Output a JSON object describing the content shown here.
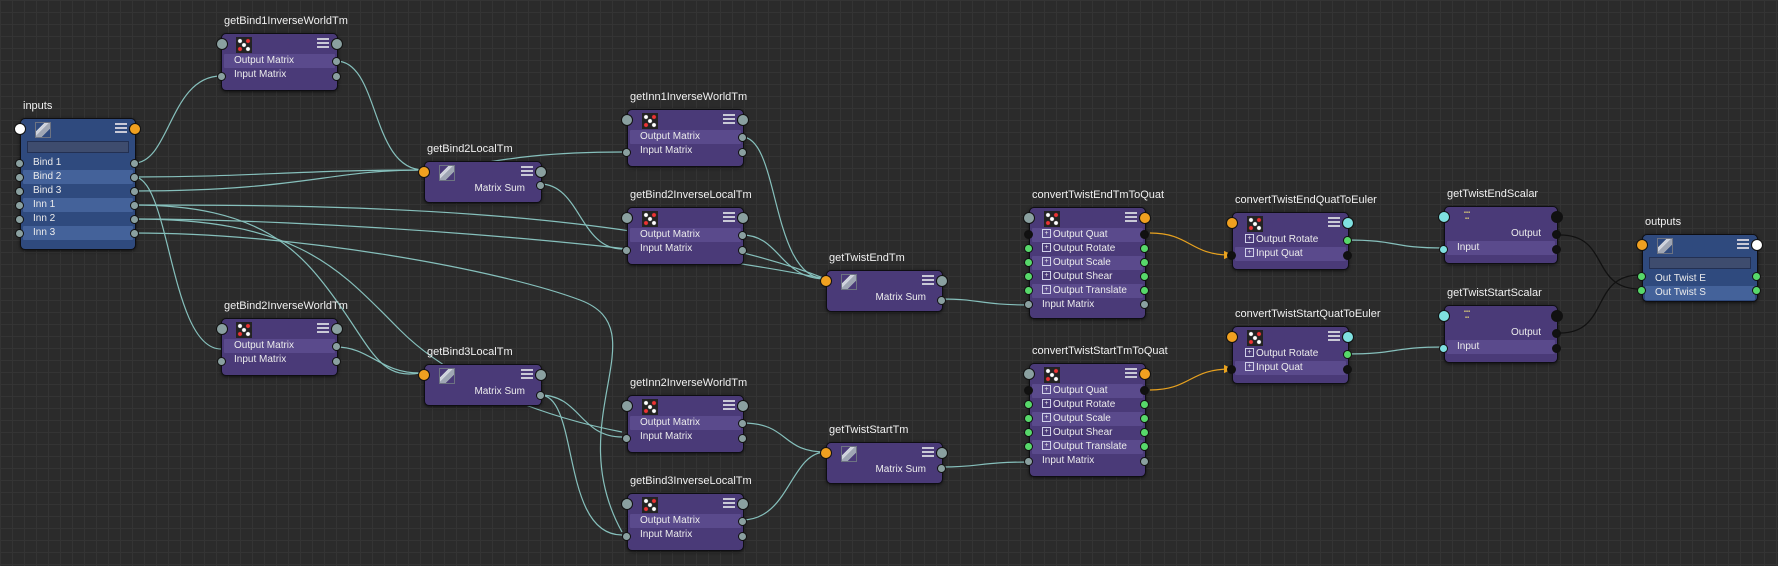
{
  "colors": {
    "background": "#2b2b2b",
    "node_purple": "#4a3a78",
    "node_blue": "#2f4a7e",
    "wire_teal": "#86c0bc",
    "wire_orange": "#e8a21f",
    "port_orange": "#f0a020",
    "port_cyan": "#7fe0e0",
    "port_green": "#57d86a",
    "port_gray": "#8aa0a0"
  },
  "nodes": {
    "inputs": {
      "title": "inputs",
      "rows": [
        "Bind 1",
        "Bind 2",
        "Bind 3",
        "Inn 1",
        "Inn 2",
        "Inn 3"
      ]
    },
    "getBind1InverseWorldTm": {
      "title": "getBind1InverseWorldTm",
      "rows": [
        "Output Matrix",
        "Input Matrix"
      ]
    },
    "getBind2LocalTm": {
      "title": "getBind2LocalTm",
      "row": "Matrix Sum"
    },
    "getInn1InverseWorldTm": {
      "title": "getInn1InverseWorldTm",
      "rows": [
        "Output Matrix",
        "Input Matrix"
      ]
    },
    "getBind2InverseLocalTm": {
      "title": "getBind2InverseLocalTm",
      "rows": [
        "Output Matrix",
        "Input Matrix"
      ]
    },
    "getTwistEndTm": {
      "title": "getTwistEndTm",
      "row": "Matrix Sum"
    },
    "convertTwistEndTmToQuat": {
      "title": "convertTwistEndTmToQuat",
      "rows": [
        "Output Quat",
        "Output Rotate",
        "Output Scale",
        "Output Shear",
        "Output Translate",
        "Input Matrix"
      ]
    },
    "convertTwistEndQuatToEuler": {
      "title": "convertTwistEndQuatToEuler",
      "rows": [
        "Output Rotate",
        "Input Quat"
      ]
    },
    "getTwistEndScalar": {
      "title": "getTwistEndScalar",
      "rows": [
        "Output",
        "Input"
      ]
    },
    "outputs": {
      "title": "outputs",
      "rows": [
        "Out Twist E",
        "Out Twist S"
      ]
    },
    "getBind2InverseWorldTm": {
      "title": "getBind2InverseWorldTm",
      "rows": [
        "Output Matrix",
        "Input Matrix"
      ]
    },
    "getBind3LocalTm": {
      "title": "getBind3LocalTm",
      "row": "Matrix Sum"
    },
    "getInn2InverseWorldTm": {
      "title": "getInn2InverseWorldTm",
      "rows": [
        "Output Matrix",
        "Input Matrix"
      ]
    },
    "getBind3InverseLocalTm": {
      "title": "getBind3InverseLocalTm",
      "rows": [
        "Output Matrix",
        "Input Matrix"
      ]
    },
    "getTwistStartTm": {
      "title": "getTwistStartTm",
      "row": "Matrix Sum"
    },
    "convertTwistStartTmToQuat": {
      "title": "convertTwistStartTmToQuat",
      "rows": [
        "Output Quat",
        "Output Rotate",
        "Output Scale",
        "Output Shear",
        "Output Translate",
        "Input Matrix"
      ]
    },
    "convertTwistStartQuatToEuler": {
      "title": "convertTwistStartQuatToEuler",
      "rows": [
        "Output Rotate",
        "Input Quat"
      ]
    },
    "getTwistStartScalar": {
      "title": "getTwistStartScalar",
      "rows": [
        "Output",
        "Input"
      ]
    }
  },
  "icons": {
    "matrix_node": "matrix-checker-icon",
    "sum_node": "cube-icon",
    "scalar_node": "scalar-icon",
    "menu": "menu-lines-icon"
  }
}
